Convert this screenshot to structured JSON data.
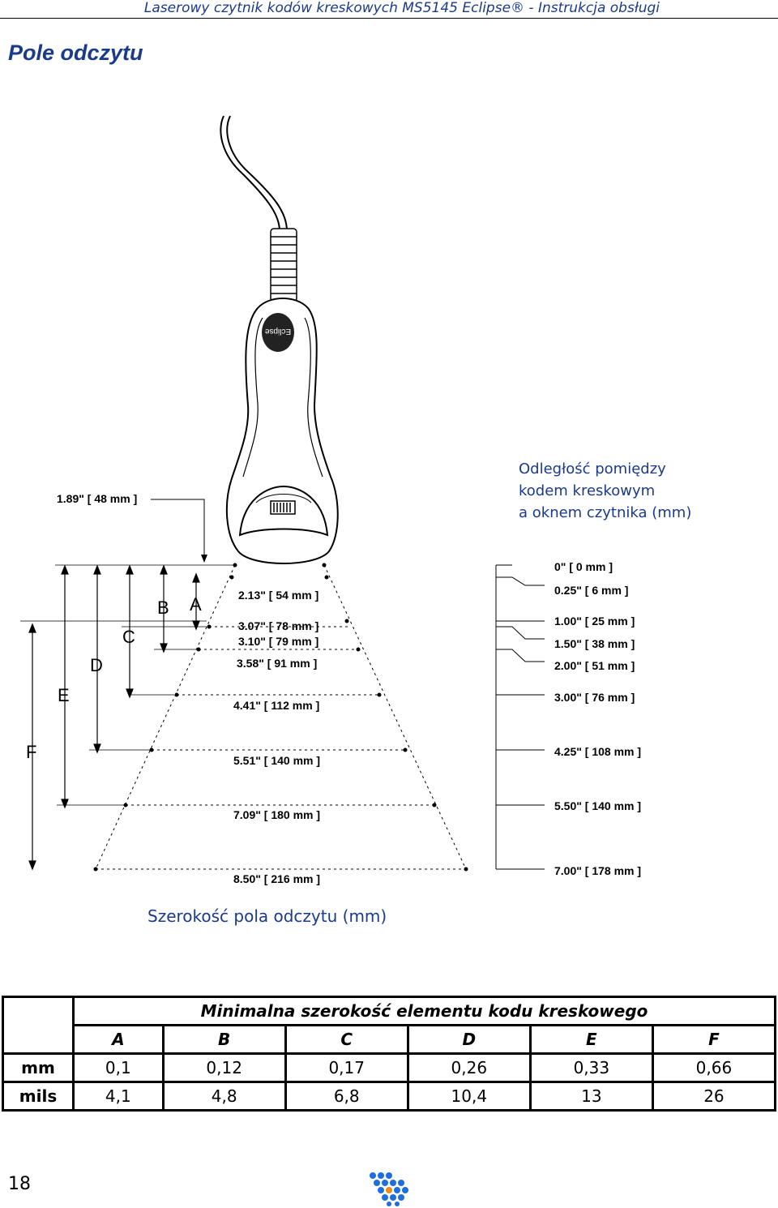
{
  "header": {
    "title": "Laserowy czytnik kodów kreskowych MS5145 Eclipse® - Instrukcja obsługi"
  },
  "page_title": "Pole odczytu",
  "diagram": {
    "scanner_brand": "Eclipse",
    "top_dimension": "1.89\" [ 48 mm ]",
    "distance_label_lines": [
      "Odległość pomiędzy",
      "kodem kreskowym",
      "a oknem czytnika (mm)"
    ],
    "width_label": "Szerokość pola odczytu (mm)",
    "letters": [
      "A",
      "B",
      "C",
      "D",
      "E",
      "F"
    ],
    "width_labels": [
      "2.13\" [ 54 mm ]",
      "3.07\" [ 78 mm ]",
      "3.10\" [ 79 mm ]",
      "3.58\" [ 91 mm ]",
      "4.41\" [ 112 mm ]",
      "5.51\" [ 140 mm ]",
      "7.09\" [ 180 mm ]",
      "8.50\" [ 216 mm ]"
    ],
    "distance_labels": [
      "0\" [ 0 mm ]",
      "0.25\" [ 6 mm ]",
      "1.00\" [ 25 mm ]",
      "1.50\" [ 38 mm ]",
      "2.00\" [ 51 mm ]",
      "3.00\" [ 76 mm ]",
      "4.25\" [ 108 mm ]",
      "5.50\" [ 140 mm ]",
      "7.00\" [ 178 mm ]"
    ]
  },
  "table": {
    "caption": "Minimalna szerokość elementu kodu kreskowego",
    "columns": [
      "A",
      "B",
      "C",
      "D",
      "E",
      "F"
    ],
    "rows": [
      {
        "label": "mm",
        "values": [
          "0,1",
          "0,12",
          "0,17",
          "0,26",
          "0,33",
          "0,66"
        ]
      },
      {
        "label": "mils",
        "values": [
          "4,1",
          "4,8",
          "6,8",
          "10,4",
          "13",
          "26"
        ]
      }
    ]
  },
  "page_number": "18",
  "colors": {
    "accent": "#1a3a8a",
    "logo_blue": "#1e6ee0",
    "logo_orange": "#f08a1c"
  }
}
